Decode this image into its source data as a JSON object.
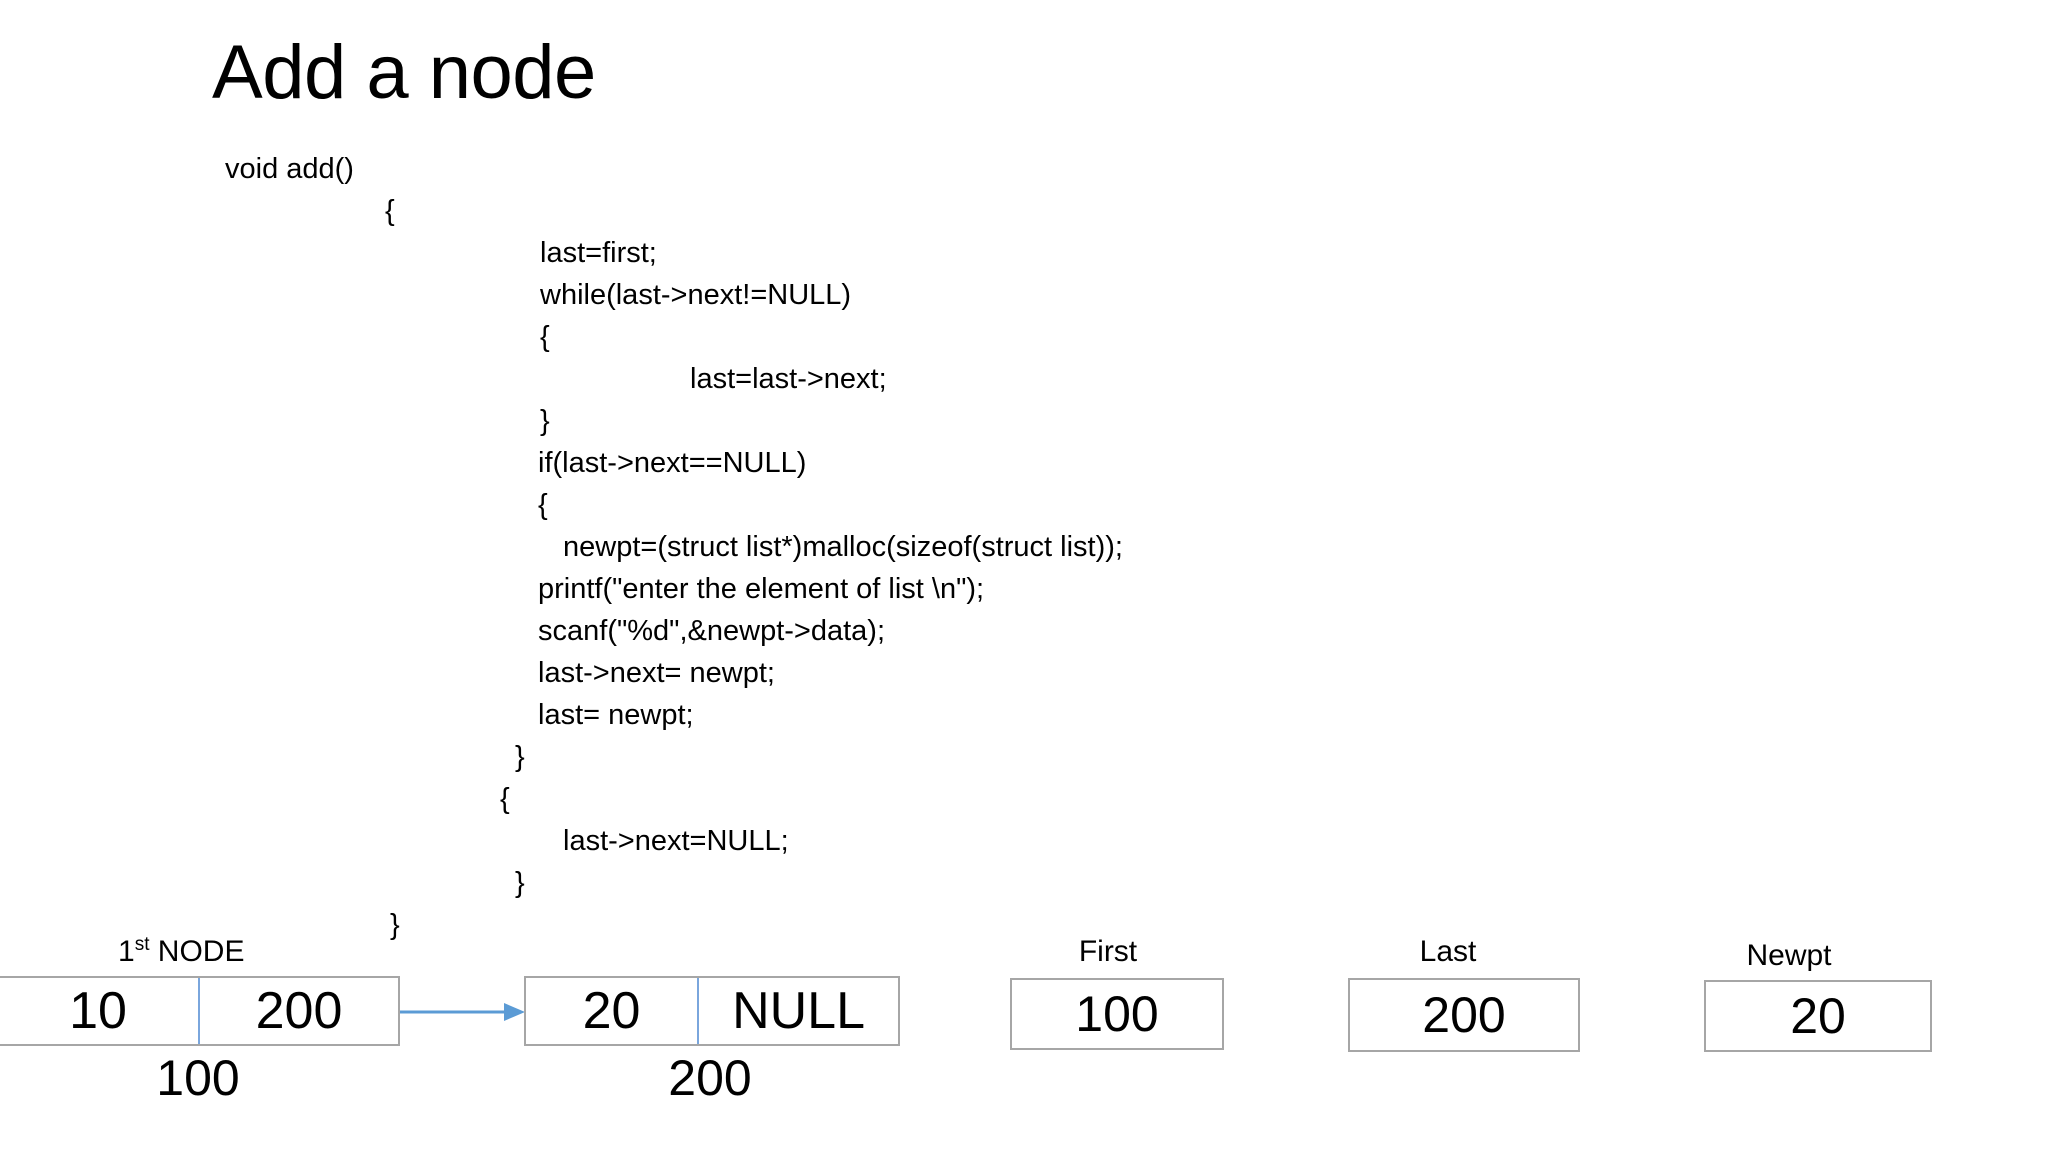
{
  "slide": {
    "title": "Add a node"
  },
  "code": {
    "lines": [
      {
        "indent": 225,
        "text": "void add()"
      },
      {
        "indent": 385,
        "text": "{"
      },
      {
        "indent": 540,
        "text": "last=first;"
      },
      {
        "indent": 540,
        "text": "while(last->next!=NULL)"
      },
      {
        "indent": 540,
        "text": "{"
      },
      {
        "indent": 690,
        "text": "last=last->next;"
      },
      {
        "indent": 540,
        "text": "}"
      },
      {
        "indent": 538,
        "text": "if(last->next==NULL)"
      },
      {
        "indent": 538,
        "text": "{"
      },
      {
        "indent": 563,
        "text": "newpt=(struct list*)malloc(sizeof(struct list));"
      },
      {
        "indent": 538,
        "text": "printf(\"enter the element of list \\n\");"
      },
      {
        "indent": 538,
        "text": "scanf(\"%d\",&newpt->data);"
      },
      {
        "indent": 538,
        "text": "last->next= newpt;"
      },
      {
        "indent": 538,
        "text": "last= newpt;"
      },
      {
        "indent": 515,
        "text": "}"
      },
      {
        "indent": 500,
        "text": "{"
      },
      {
        "indent": 563,
        "text": "last->next=NULL;"
      },
      {
        "indent": 515,
        "text": "}"
      },
      {
        "indent": 390,
        "text": "}"
      }
    ]
  },
  "diagram": {
    "nodes": [
      {
        "caption": "1st NODE",
        "caption_base": "1",
        "caption_sup": "st",
        "caption_rest": " NODE",
        "data_value": "10",
        "next_value": "200",
        "address": "100"
      },
      {
        "caption": "",
        "data_value": "20",
        "next_value": "NULL",
        "address": "200"
      }
    ],
    "pointers": [
      {
        "label": "First",
        "value": "100"
      },
      {
        "label": "Last",
        "value": "200"
      },
      {
        "label": "Newpt",
        "value": "20"
      }
    ],
    "arrow_color": "#5b9bd5",
    "box_border_color": "#a6a6a6",
    "divider_color": "#7aa6dd"
  }
}
